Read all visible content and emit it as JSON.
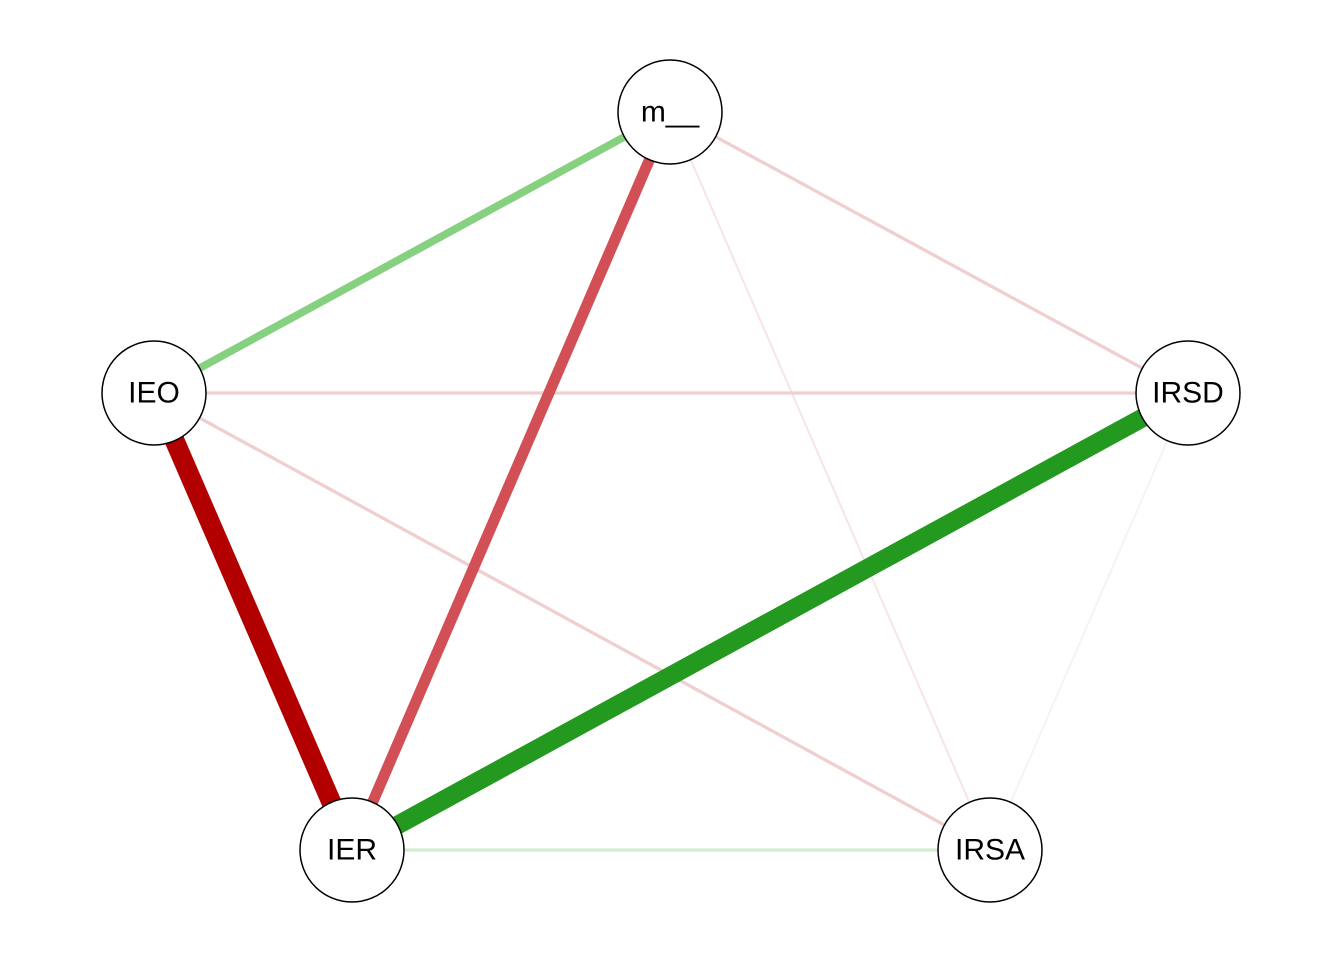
{
  "network": {
    "nodes": [
      {
        "id": "m",
        "label": "m__"
      },
      {
        "id": "IEO",
        "label": "IEO"
      },
      {
        "id": "IRSD",
        "label": "IRSD"
      },
      {
        "id": "IER",
        "label": "IER"
      },
      {
        "id": "IRSA",
        "label": "IRSA"
      }
    ],
    "edges": [
      {
        "source": "m",
        "target": "IEO",
        "sign": "positive",
        "strength": 0.35
      },
      {
        "source": "m",
        "target": "IER",
        "sign": "negative",
        "strength": 0.5
      },
      {
        "source": "m",
        "target": "IRSD",
        "sign": "negative",
        "strength": 0.15
      },
      {
        "source": "m",
        "target": "IRSA",
        "sign": "negative",
        "strength": 0.07
      },
      {
        "source": "IEO",
        "target": "IRSD",
        "sign": "negative",
        "strength": 0.15
      },
      {
        "source": "IEO",
        "target": "IER",
        "sign": "negative",
        "strength": 0.9
      },
      {
        "source": "IEO",
        "target": "IRSA",
        "sign": "negative",
        "strength": 0.15
      },
      {
        "source": "IER",
        "target": "IRSD",
        "sign": "positive",
        "strength": 0.85
      },
      {
        "source": "IER",
        "target": "IRSA",
        "sign": "positive",
        "strength": 0.15
      },
      {
        "source": "IRSD",
        "target": "IRSA",
        "sign": "positive",
        "strength": 0.04
      }
    ],
    "colors": {
      "positive_strong": "#23991f",
      "positive_mid": "#86d180",
      "positive_weak": "#d4ecd2",
      "positive_faint": "#eef8ee",
      "negative_strong": "#b20000",
      "negative_mid": "#d24f55",
      "negative_weak": "#f0cfd0",
      "negative_faint": "#f8e4e5",
      "node_fill": "#ffffff",
      "node_stroke": "#000000"
    }
  }
}
